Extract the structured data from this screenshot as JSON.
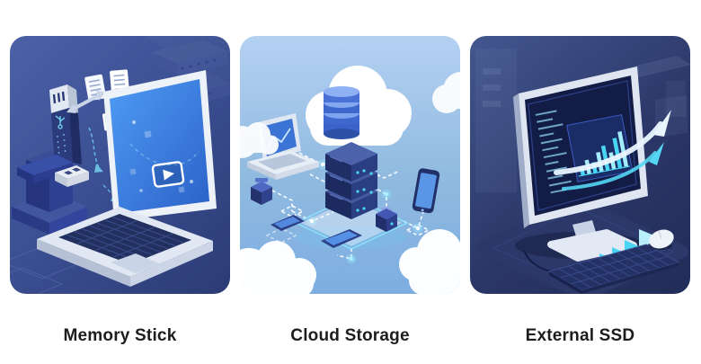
{
  "page": {
    "background": "#ffffff"
  },
  "panels": [
    {
      "id": "memory-stick",
      "label": "Memory Stick",
      "colors": {
        "bg_top": "#4c61a6",
        "bg_bottom": "#2b3b74",
        "accent_cyan": "#74d9f5",
        "screen_blue": "#3f8df2",
        "photo_orange": "#f0a23c"
      },
      "icons": [
        "usb-flash-drive-icon",
        "usb-connector-icon",
        "document-icon",
        "music-note-icon",
        "photo-thumbnail-icon",
        "transfer-arrows-icon",
        "laptop-icon",
        "video-play-icon"
      ]
    },
    {
      "id": "cloud-storage",
      "label": "Cloud Storage",
      "colors": {
        "bg_top": "#b4d1f2",
        "bg_bottom": "#7dade2",
        "cloud_white": "#ffffff",
        "database_blue": "#3a62c8",
        "server_navy": "#1c2a60",
        "glow_cyan": "#8fe3ff"
      },
      "icons": [
        "cloud-icon",
        "database-stack-icon",
        "server-stack-icon",
        "laptop-icon",
        "smartphone-icon",
        "tablet-icon",
        "storage-cube-icon",
        "lockbox-icon",
        "network-links-icon"
      ]
    },
    {
      "id": "external-ssd",
      "label": "External SSD",
      "colors": {
        "bg_top": "#43578f",
        "bg_bottom": "#222c58",
        "screen_navy": "#121c45",
        "chart_cyan": "#49d6f2",
        "arrow_white": "#eaf6ff"
      },
      "icons": [
        "monitor-icon",
        "bar-chart-icon",
        "speed-arrows-icon",
        "chevron-arrows-icon",
        "keyboard-icon",
        "mouse-icon"
      ]
    }
  ]
}
